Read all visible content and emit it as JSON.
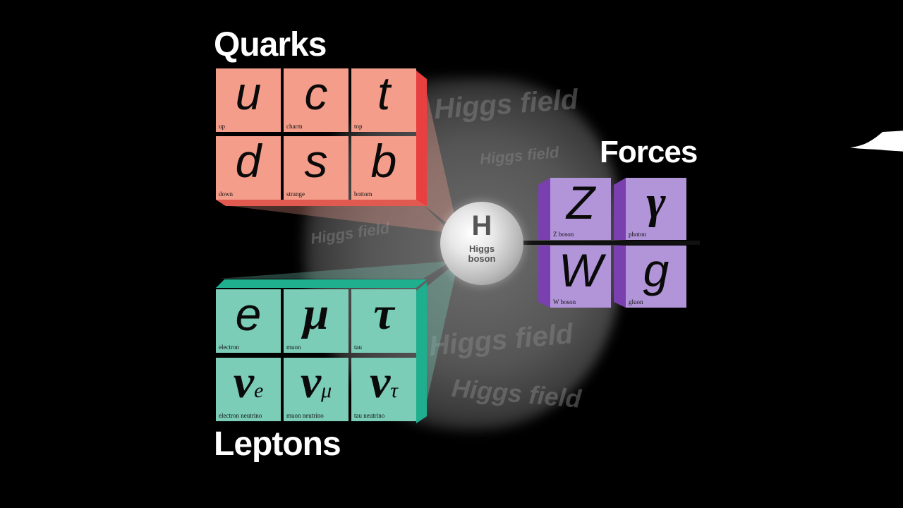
{
  "groups": {
    "quarks": {
      "title": "Quarks",
      "color": "#f49d8b",
      "side_color": "#e84040",
      "particles": [
        {
          "symbol": "u",
          "name": "up"
        },
        {
          "symbol": "c",
          "name": "charm"
        },
        {
          "symbol": "t",
          "name": "top"
        },
        {
          "symbol": "d",
          "name": "down"
        },
        {
          "symbol": "s",
          "name": "strange"
        },
        {
          "symbol": "b",
          "name": "bottom"
        }
      ]
    },
    "leptons": {
      "title": "Leptons",
      "color": "#7ccdb8",
      "side_color": "#1fae8e",
      "particles": [
        {
          "symbol": "e",
          "name": "electron"
        },
        {
          "symbol": "μ",
          "name": "muon"
        },
        {
          "symbol": "τ",
          "name": "tau"
        },
        {
          "symbol": "ν",
          "subscript": "e",
          "name": "electron neutrino"
        },
        {
          "symbol": "ν",
          "subscript": "μ",
          "name": "muon neutrino"
        },
        {
          "symbol": "ν",
          "subscript": "τ",
          "name": "tau neutrino"
        }
      ]
    },
    "forces": {
      "title": "Forces",
      "color": "#b295d9",
      "side_color": "#7a40b0",
      "particles": [
        {
          "symbol": "Z",
          "name": "Z boson"
        },
        {
          "symbol": "γ",
          "name": "photon"
        },
        {
          "symbol": "W",
          "name": "W boson"
        },
        {
          "symbol": "g",
          "name": "gluon"
        }
      ]
    }
  },
  "higgs": {
    "symbol": "H",
    "name_line1": "Higgs",
    "name_line2": "boson"
  },
  "field_label": "Higgs field"
}
